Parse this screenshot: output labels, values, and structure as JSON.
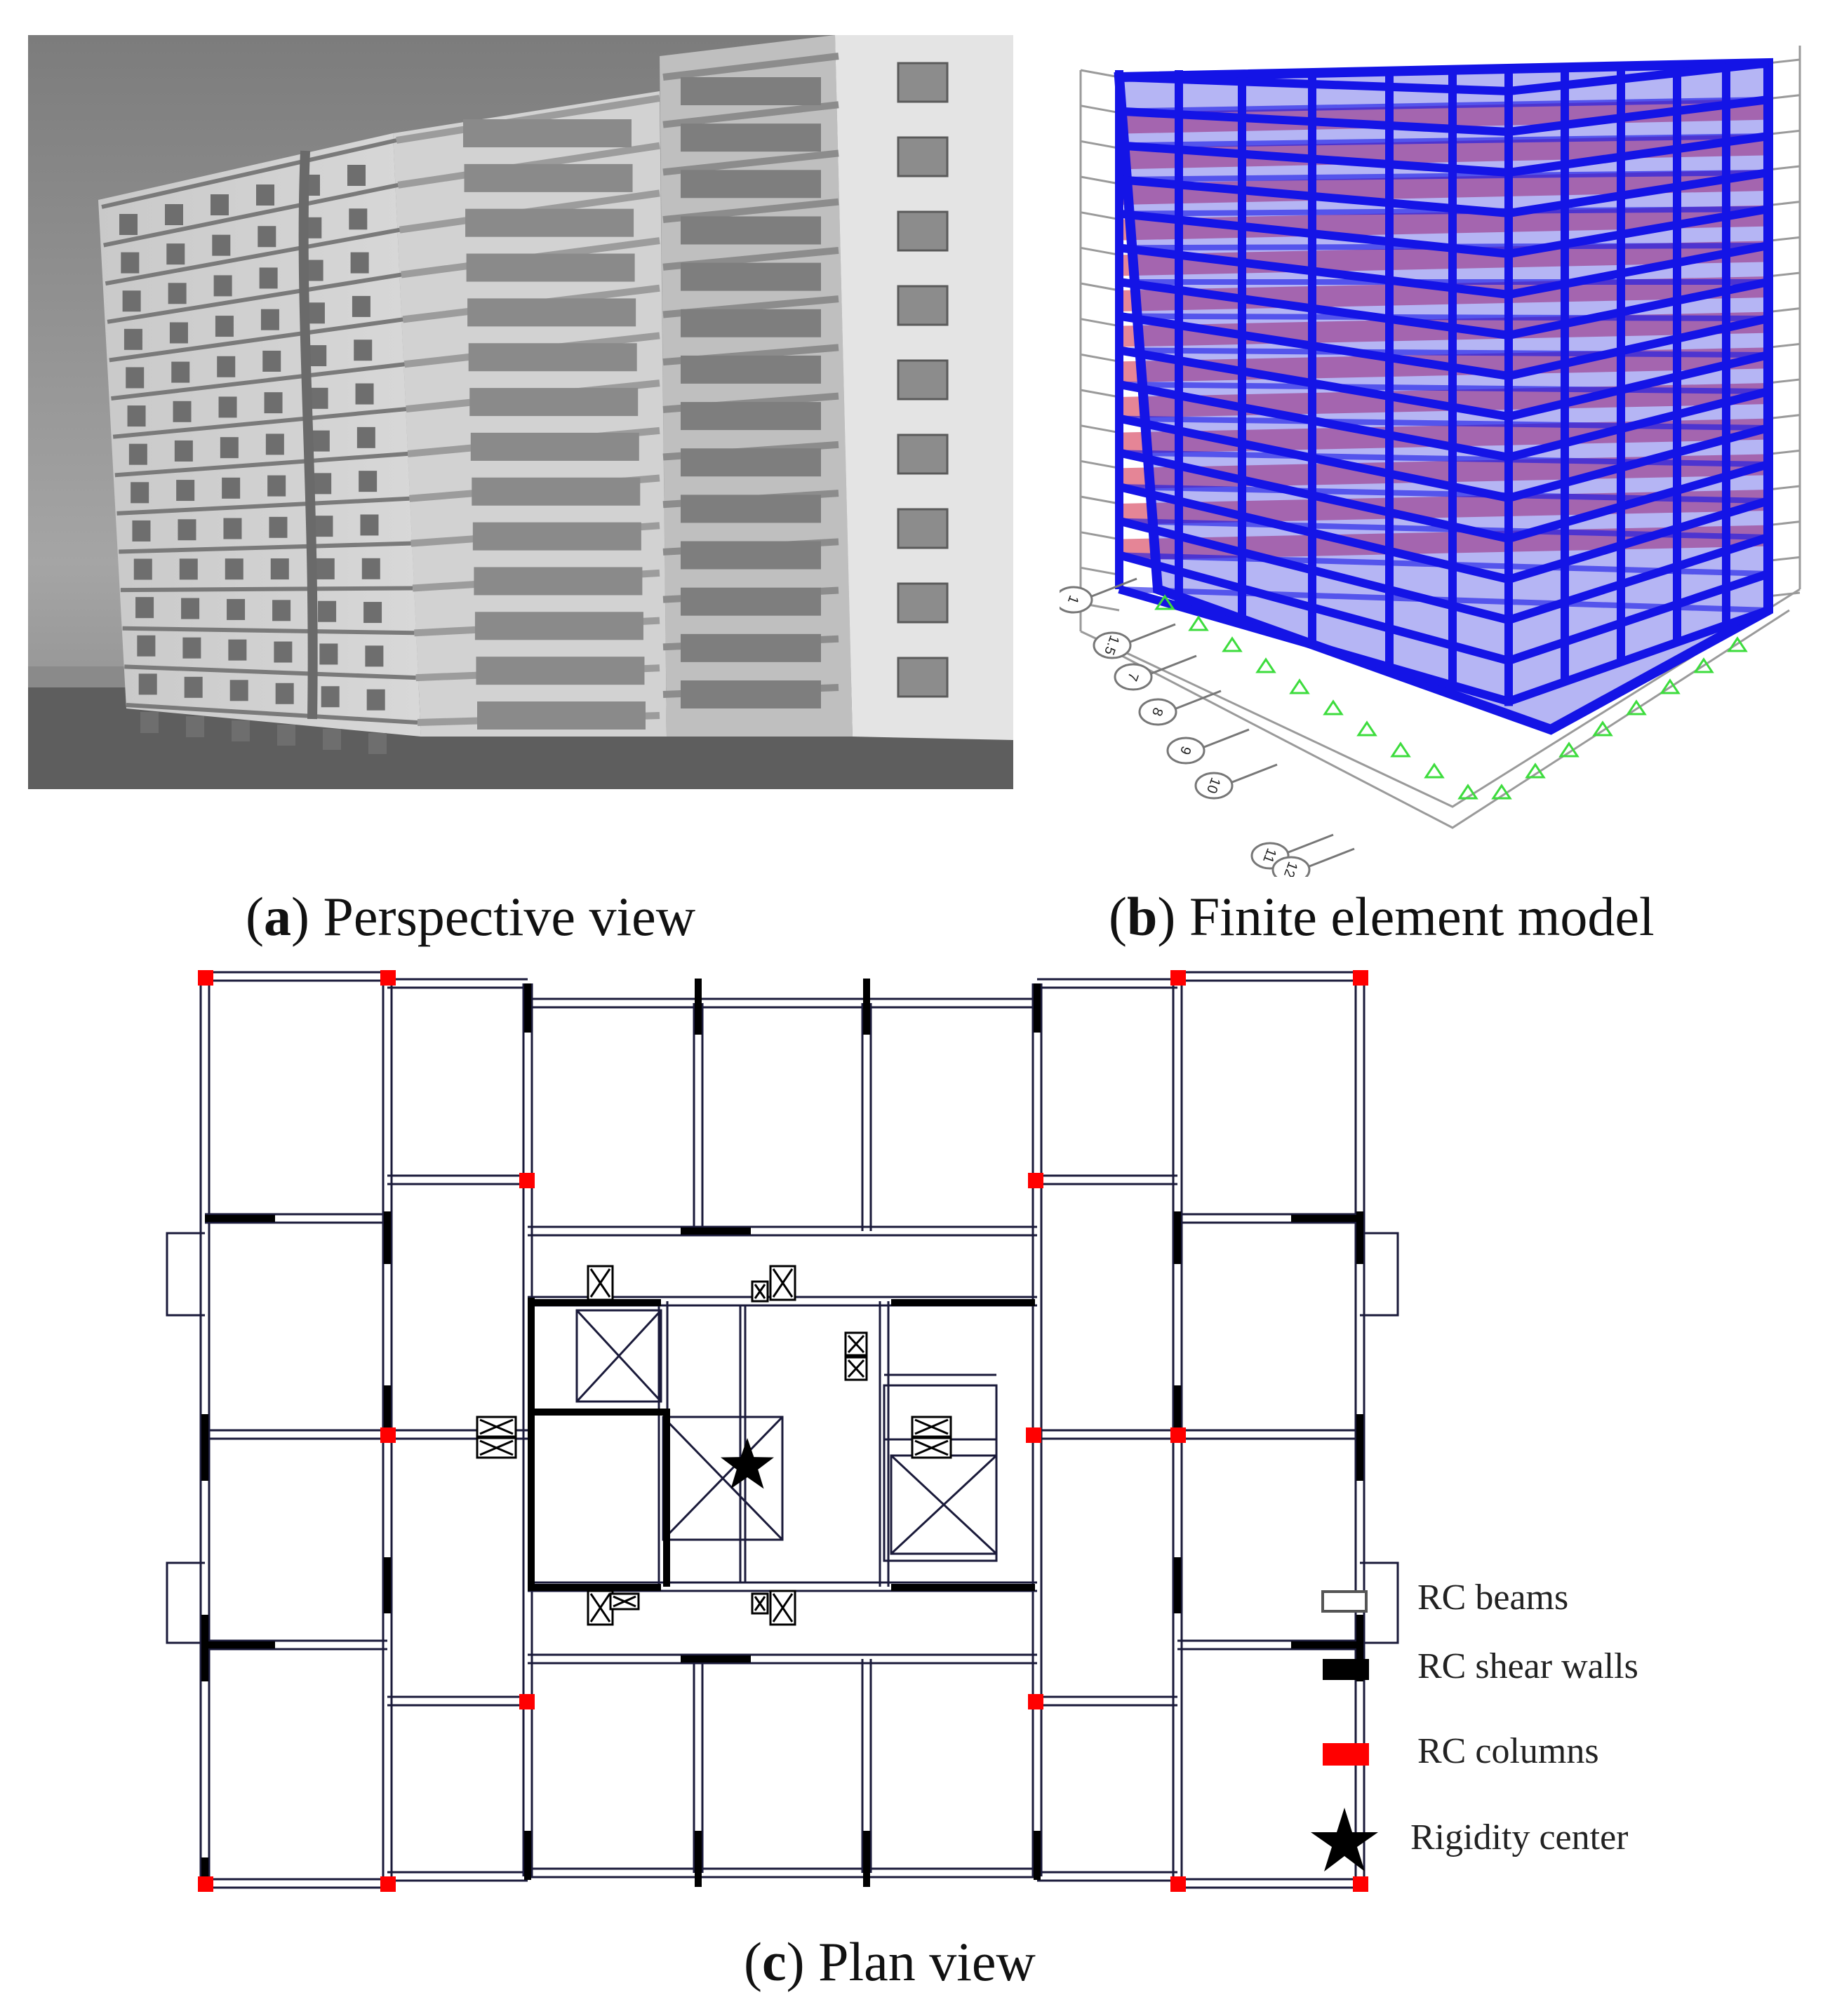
{
  "captions": {
    "a": {
      "letter": "a",
      "text": "Perspective view"
    },
    "b": {
      "letter": "b",
      "text": "Finite element model"
    },
    "c": {
      "letter": "c",
      "text": "Plan view"
    }
  },
  "legend": {
    "beams": "RC beams",
    "walls": "RC shear walls",
    "columns": "RC columns",
    "rigidity": "Rigidity center"
  },
  "fe_model": {
    "grid_labels": [
      "1",
      "1.5",
      "7",
      "8",
      "9",
      "10",
      "11",
      "12"
    ]
  },
  "colors": {
    "beam": "#1a1a3a",
    "shear_wall": "#000000",
    "column": "#ff0000",
    "fe_frame": "#1414e6",
    "fe_slab": "#d02040",
    "fe_support": "#3ddc3d"
  },
  "icons": {
    "rigidity": "star-icon",
    "elevator": "x-box-icon"
  }
}
